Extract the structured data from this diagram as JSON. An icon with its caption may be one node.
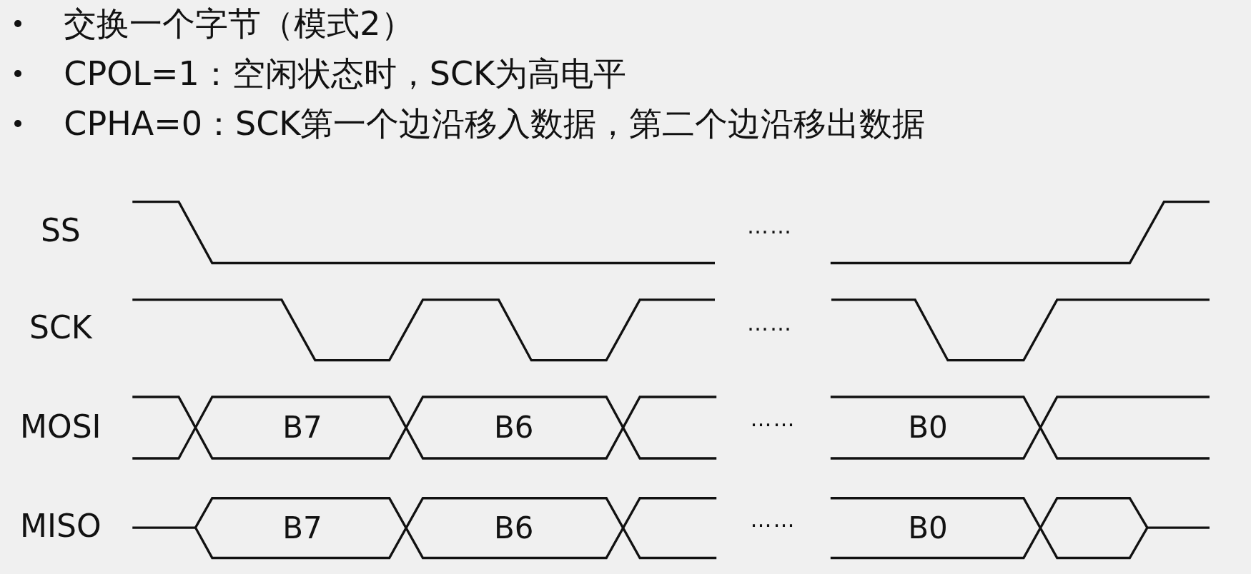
{
  "diagram": {
    "labels": [
      "交换一个字节（模式2）",
      "CPOL=1：空闲状态时，SCK为高电平",
      "CPHA=0：SCK第一个边沿移入数据，第二个边沿移出数据",
      "SS",
      "……",
      "SCK",
      "……",
      "MOSI",
      "B7",
      "B6",
      "……",
      "B0",
      "MISO",
      "B7",
      "B6",
      "……",
      "B0"
    ]
  }
}
